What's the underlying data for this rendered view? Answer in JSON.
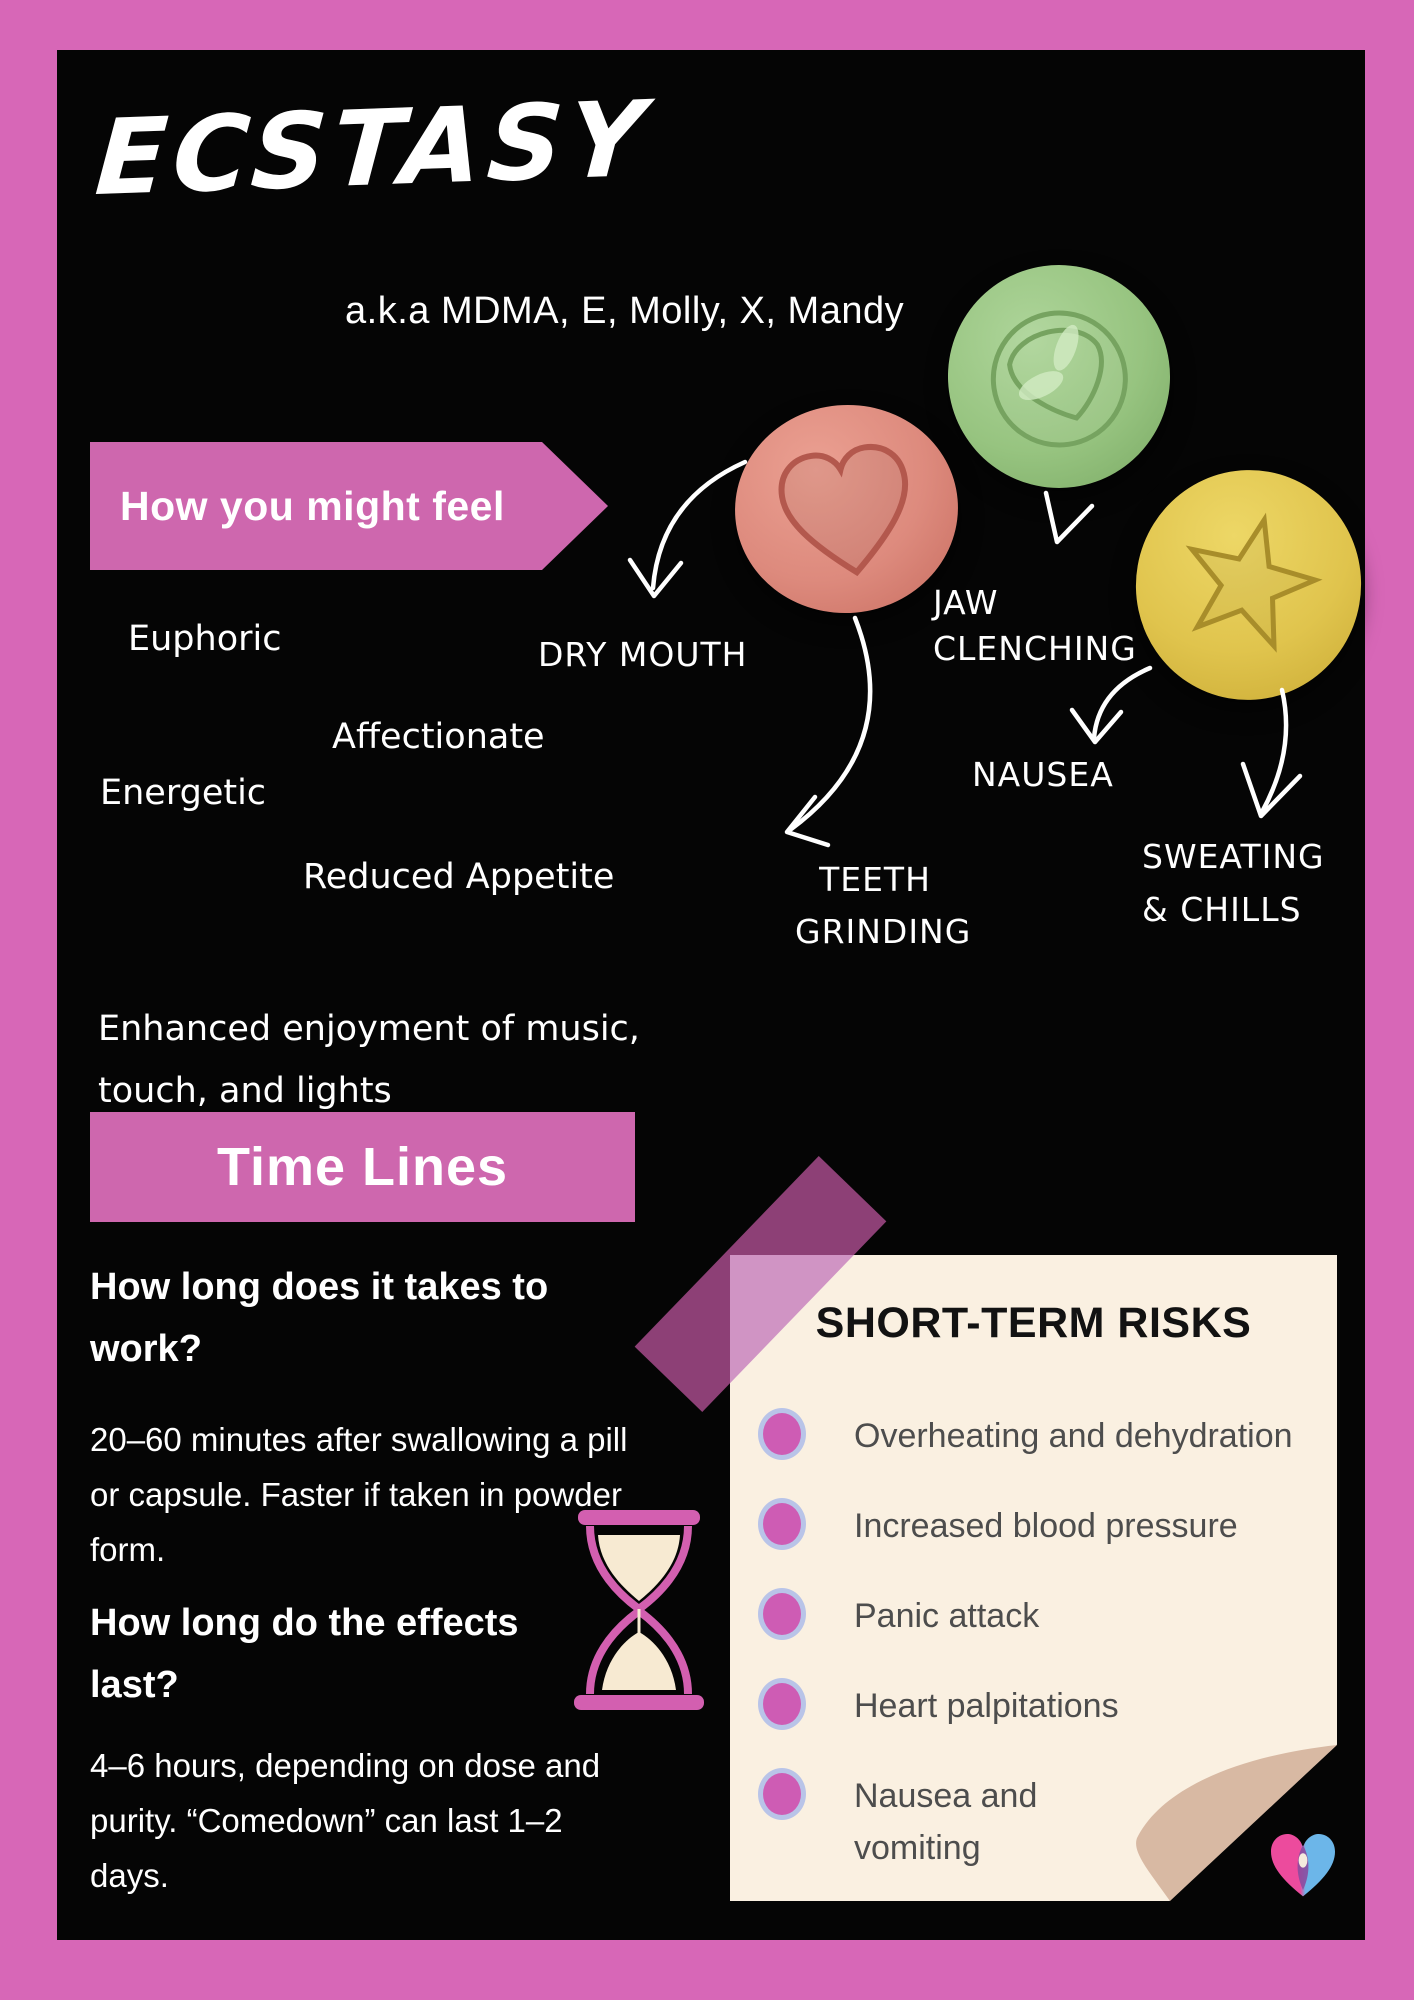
{
  "header": {
    "title": "ECSTASY",
    "subtitle": "a.k.a  MDMA, E, Molly, X, Mandy"
  },
  "feel": {
    "banner": "How you might feel",
    "items": [
      "Euphoric",
      "Affectionate",
      "Energetic",
      "Reduced Appetite",
      "Enhanced enjoyment of music,\ntouch, and lights"
    ]
  },
  "effects": {
    "items": [
      "DRY MOUTH",
      "JAW\nCLENCHING",
      "TEETH\nGRINDING",
      "NAUSEA",
      "SWEATING\n& CHILLS"
    ]
  },
  "pills": [
    {
      "name": "heart-pill",
      "stamp": "heart",
      "color": "#dd8a7d"
    },
    {
      "name": "alien-pill",
      "stamp": "alien-face",
      "color": "#97c480"
    },
    {
      "name": "star-pill",
      "stamp": "star",
      "color": "#e0c44d"
    }
  ],
  "timelines": {
    "banner": "Time Lines",
    "question1": "How long does it takes to\nwork?",
    "answer1": "20–60 minutes after swallowing a pill\nor capsule. Faster if taken in powder\nform.",
    "question2": "How long do the effects\nlast?",
    "answer2": " 4–6 hours, depending on dose and\npurity. “Comedown” can last 1–2\ndays."
  },
  "risks": {
    "title": "SHORT-TERM RISKS",
    "items": [
      "Overheating and dehydration",
      "Increased blood pressure",
      "Panic attack",
      "Heart palpitations",
      "Nausea and\nvomiting"
    ]
  },
  "colors": {
    "frame_pink": "#d767b7",
    "banner_pink": "#ce67ae",
    "background": "#050505",
    "note_cream": "#faf0e1",
    "bullet_pink": "#ce5cb4",
    "bullet_ring": "#b9c4e8",
    "tape_plum": "#8d4076",
    "hourglass_pink": "#d35fb0",
    "sand_cream": "#f7ead2",
    "curl_tan": "#d8b9a3"
  }
}
